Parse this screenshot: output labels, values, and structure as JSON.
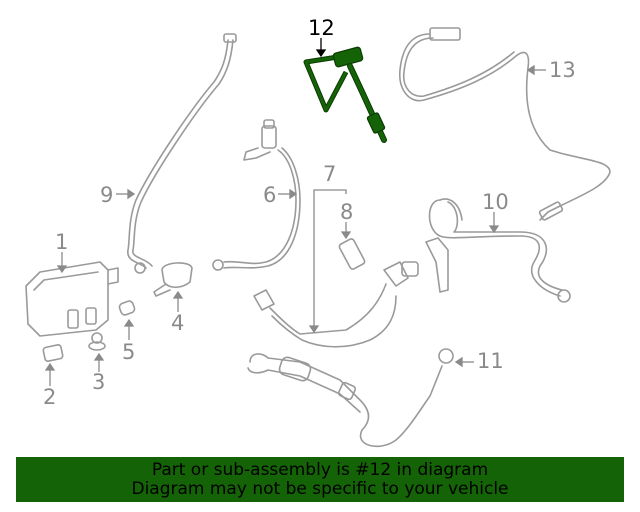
{
  "diagram": {
    "highlight_color": "#146306",
    "line_color": "#8a8a8a",
    "highlighted_part": "12",
    "callouts": [
      {
        "id": "1",
        "label": "1"
      },
      {
        "id": "2",
        "label": "2"
      },
      {
        "id": "3",
        "label": "3"
      },
      {
        "id": "4",
        "label": "4"
      },
      {
        "id": "5",
        "label": "5"
      },
      {
        "id": "6",
        "label": "6"
      },
      {
        "id": "7",
        "label": "7"
      },
      {
        "id": "8",
        "label": "8"
      },
      {
        "id": "9",
        "label": "9"
      },
      {
        "id": "10",
        "label": "10"
      },
      {
        "id": "11",
        "label": "11"
      },
      {
        "id": "12",
        "label": "12"
      },
      {
        "id": "13",
        "label": "13"
      }
    ]
  },
  "banner": {
    "line1": "Part or sub-assembly is #12 in diagram",
    "line2": "Diagram may not be specific to your vehicle",
    "background": "#146306"
  }
}
